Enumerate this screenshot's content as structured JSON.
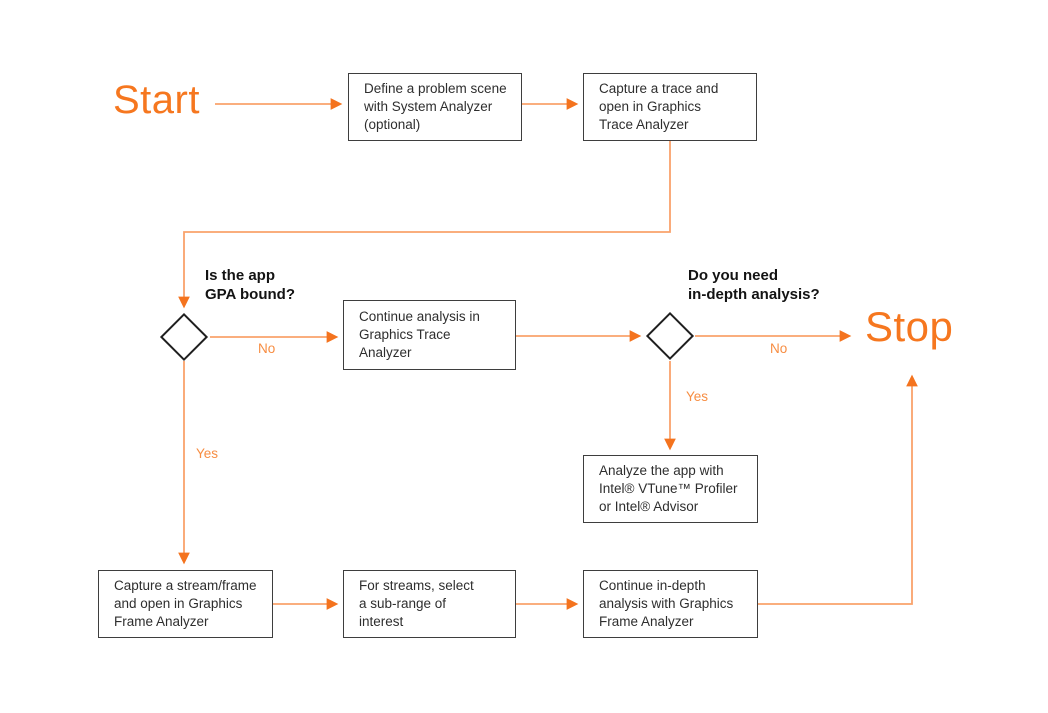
{
  "diagram": {
    "start_label": "Start",
    "stop_label": "Stop",
    "boxes": [
      {
        "id": "define-scene",
        "text": "Define a problem scene\nwith System Analyzer\n(optional)"
      },
      {
        "id": "capture-trace",
        "text": "Capture a trace and\nopen in Graphics\nTrace Analyzer"
      },
      {
        "id": "continue-trace",
        "text": "Continue analysis in\nGraphics Trace\nAnalyzer"
      },
      {
        "id": "analyze-vtune",
        "text": "Analyze the app with\nIntel® VTune™ Profiler\nor Intel® Advisor"
      },
      {
        "id": "capture-stream",
        "text": "Capture a stream/frame\nand open in Graphics\nFrame Analyzer"
      },
      {
        "id": "select-subrange",
        "text": "For streams, select\na sub-range of\ninterest"
      },
      {
        "id": "continue-frame",
        "text": "Continue in-depth\nanalysis with Graphics\nFrame Analyzer"
      }
    ],
    "decisions": [
      {
        "id": "gpa-bound",
        "question": "Is the app\nGPA bound?",
        "no_label": "No",
        "yes_label": "Yes"
      },
      {
        "id": "in-depth",
        "question": "Do you need\nin-depth analysis?",
        "no_label": "No",
        "yes_label": "Yes"
      }
    ],
    "colors": {
      "terminal_text": "#F6771F",
      "connector_line": "#F9A26B",
      "arrowhead": "#F4731E",
      "edge_label_text": "#F78D42",
      "box_border": "#3E3E3E",
      "box_text": "#2E2E2E",
      "question_text": "#131313",
      "diamond_border": "#1F1F1F",
      "background": "#FFFFFF"
    }
  }
}
